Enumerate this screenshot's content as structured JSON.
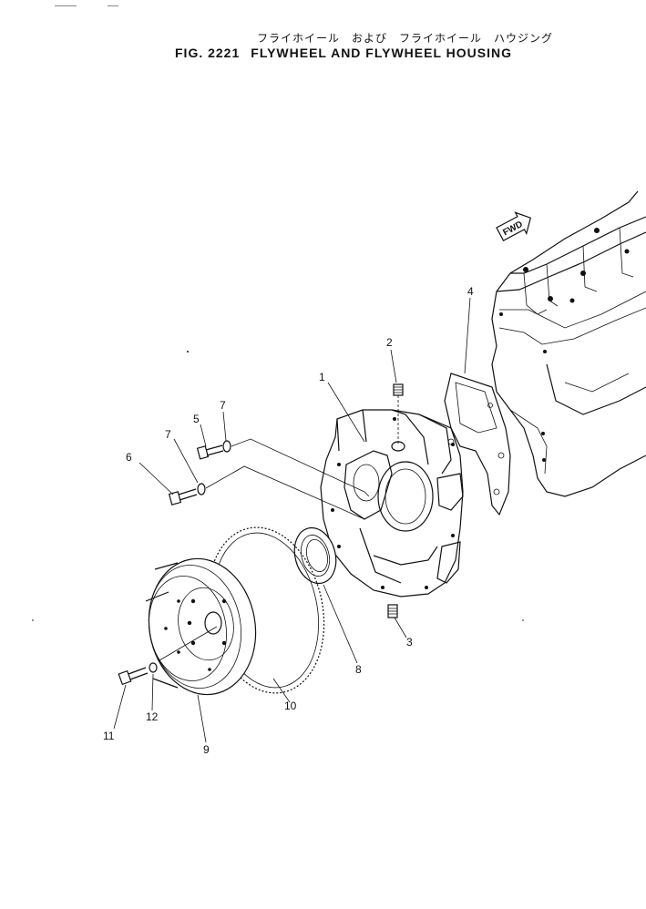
{
  "header": {
    "title_jp": "フライホイール　および　フライホイール　ハウジング",
    "fig_number": "FIG. 2221",
    "title_en": "FLYWHEEL AND FLYWHEEL HOUSING"
  },
  "fwd_label": "FWD",
  "callouts": [
    "1",
    "2",
    "3",
    "4",
    "5",
    "6",
    "7",
    "7",
    "8",
    "9",
    "10",
    "11",
    "12"
  ],
  "colors": {
    "ink": "#111111",
    "paper": "#ffffff"
  }
}
